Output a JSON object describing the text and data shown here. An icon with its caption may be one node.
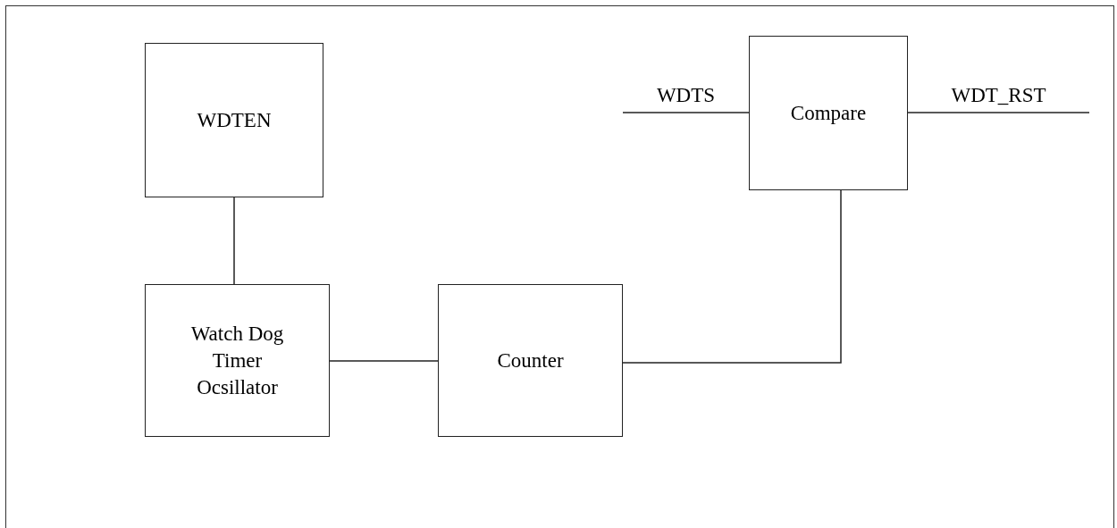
{
  "diagram": {
    "nodes": [
      {
        "text": [
          "WDTEN"
        ]
      },
      {
        "text": [
          "Watch Dog Timer Ocsillator"
        ]
      },
      {
        "text": [
          "Counter"
        ]
      },
      {
        "text": [
          "Compare"
        ]
      }
    ],
    "edges": [
      {
        "from": 0,
        "to": 1,
        "arrow": "none"
      },
      {
        "from": 1,
        "to": 2,
        "arrow": "none"
      },
      {
        "from": 3,
        "to": 2,
        "arrow": "none"
      },
      {
        "from": null,
        "to": 3,
        "arrow": "none",
        "label": "WDTS"
      },
      {
        "from": 3,
        "to": null,
        "arrow": "none",
        "label": "WDT_RST"
      }
    ]
  }
}
